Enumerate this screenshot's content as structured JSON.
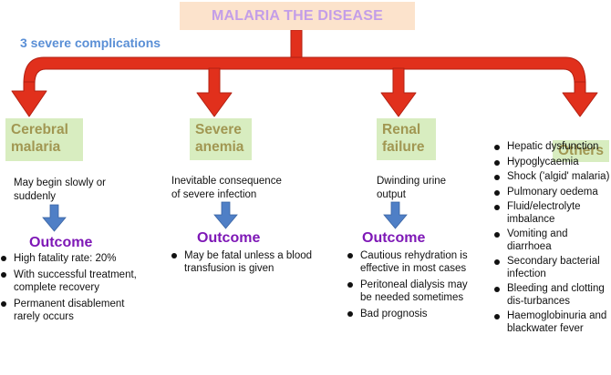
{
  "title": "MALARIA THE DISEASE",
  "severe_label": "3 severe complications",
  "columns": {
    "cerebral": {
      "label": "Cerebral malaria",
      "desc": "May begin slowly or suddenly",
      "outcome": "Outcome",
      "bullets": [
        "High fatality rate: 20%",
        "With successful treatment, complete recovery",
        "Permanent disablement rarely occurs"
      ]
    },
    "anemia": {
      "label": "Severe anemia",
      "desc": "Inevitable consequence of severe infection",
      "outcome": "Outcome",
      "bullets": [
        "May be fatal unless a blood transfusion is given"
      ]
    },
    "renal": {
      "label": "Renal failure",
      "desc": "Dwinding urine output",
      "outcome": "Outcome",
      "bullets": [
        "Cautious rehydration is effective in most cases",
        "Peritoneal dialysis may be needed sometimes",
        "Bad prognosis"
      ]
    },
    "others": {
      "label": "Others",
      "bullets": [
        "Hepatic dysfunction",
        "Hypoglycaemia",
        "Shock ('algid' malaria)",
        "Pulmonary oedema",
        "Fluid/electrolyte imbalance",
        "Vomiting and diarrhoea",
        "Secondary bacterial infection",
        "Bleeding and clotting dis-turbances",
        "Haemoglobinuria and blackwater fever"
      ]
    }
  },
  "colors": {
    "arrow_red": "#e1301c",
    "arrow_outline": "#b32012",
    "blue_arrow": "#4f7fc6",
    "title_bg": "#fce3cc",
    "title_text": "#c39ee8",
    "box_bg": "#d8edc0",
    "box_text": "#a19752",
    "outcome_text": "#7e18b6",
    "severe_text": "#5a8fd6"
  }
}
